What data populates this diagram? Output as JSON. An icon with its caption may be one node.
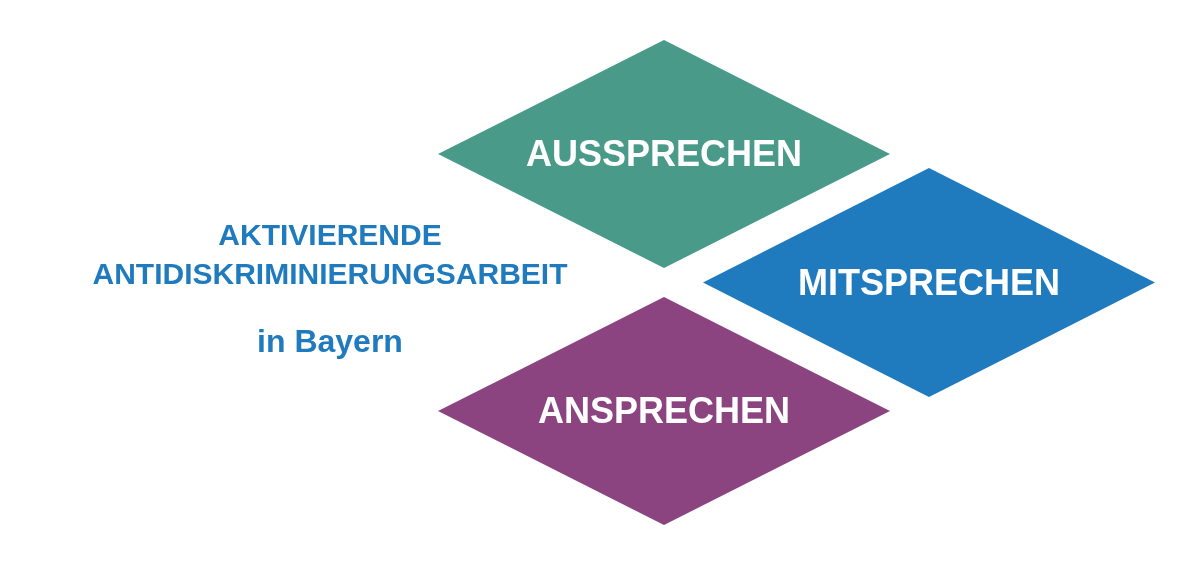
{
  "diagram": {
    "nodes": [
      {
        "text": [
          "AUSSPRECHEN"
        ]
      },
      {
        "text": [
          "MITSPRECHEN"
        ]
      },
      {
        "text": [
          "ANSPRECHEN"
        ]
      }
    ],
    "labels": [
      "AKTIVIERENDE ANTIDISKRIMINIERUNGSARBEIT",
      "in Bayern"
    ]
  }
}
